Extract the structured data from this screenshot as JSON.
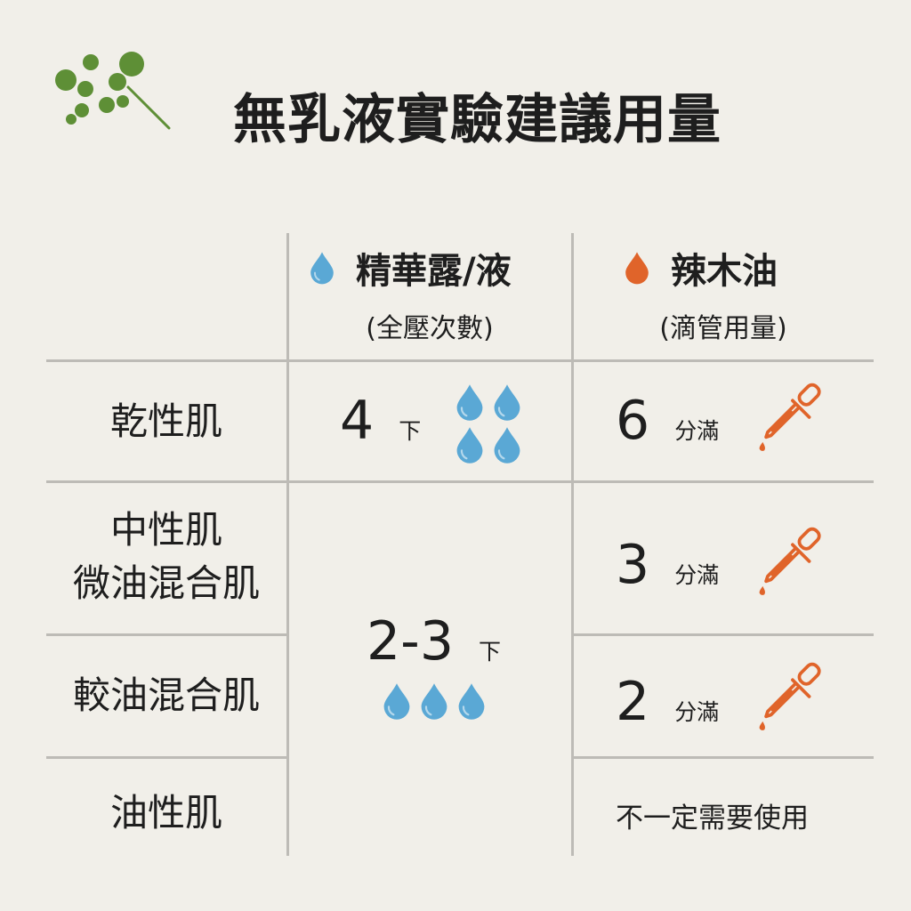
{
  "title": "無乳液實驗建議用量",
  "icons": {
    "logo": "sprout-dots-logo",
    "drop": "water-drop-icon",
    "dropper": "dropper-icon"
  },
  "colors": {
    "blue": "#5aa8d5",
    "orange": "#e0642a",
    "green": "#5e8f36",
    "grid": "#bdbbb6"
  },
  "columns": {
    "serum": {
      "label": "精華露/液",
      "sub": "(全壓次數)"
    },
    "oil": {
      "label": "辣木油",
      "sub": "(滴管用量)"
    }
  },
  "rows": {
    "dry": {
      "label": "乾性肌"
    },
    "normal": {
      "line1": "中性肌",
      "line2": "微油混合肌"
    },
    "combo": {
      "label": "較油混合肌"
    },
    "oily": {
      "label": "油性肌"
    }
  },
  "serum": {
    "dry": {
      "value": "4",
      "unit": "下"
    },
    "rest": {
      "value": "2-3",
      "unit": "下"
    }
  },
  "oil": {
    "dry": {
      "value": "6",
      "unit": "分滿"
    },
    "normal": {
      "value": "3",
      "unit": "分滿"
    },
    "combo": {
      "value": "2",
      "unit": "分滿"
    },
    "oily": {
      "note": "不一定需要使用"
    }
  }
}
